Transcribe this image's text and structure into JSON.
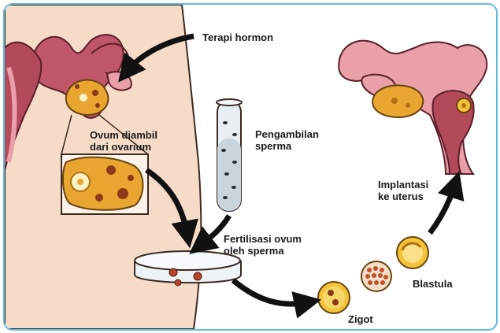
{
  "labels": {
    "terapi_hormon": "Terapi hormon",
    "ovum_diambil": "Ovum diambil\ndari ovarium",
    "pengambilan_sperma": "Pengambilan\nsperma",
    "fertilisasi": "Fertilisasi ovum\noleh sperma",
    "implantasi": "Implantasi\nke uterus",
    "blastula": "Blastula",
    "zigot": "Zigot"
  },
  "colors": {
    "frame_border": "#5dbbe0",
    "skin": "#f6dcc8",
    "uterus": "#b24a5a",
    "uterus_light": "#e9a0a8",
    "ovum": "#e8a630",
    "arrow": "#111111"
  }
}
